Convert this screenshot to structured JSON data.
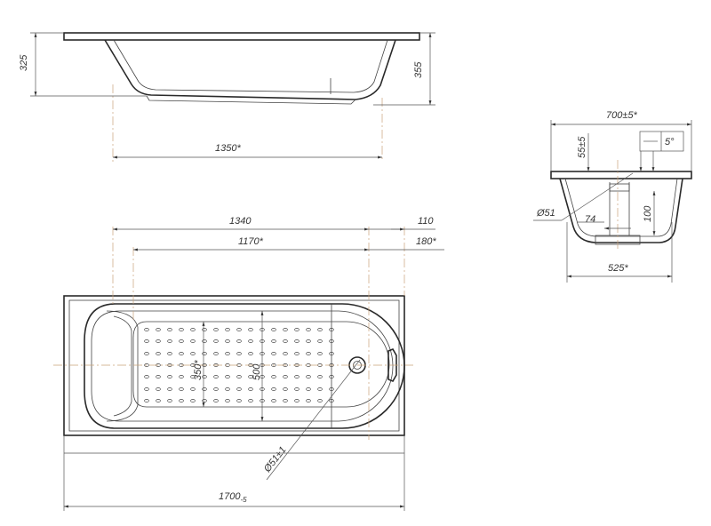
{
  "side_view": {
    "height_left": "325",
    "height_right": "355",
    "bottom_length": "1350*"
  },
  "top_view": {
    "inner_length": "1340",
    "rim_end": "110",
    "basin_length": "1170*",
    "drain_offset": "180*",
    "basin_width": "350*",
    "width": "500",
    "drain_diameter": "Ø51±1",
    "total_length": "1700",
    "total_length_tolerance": "-5"
  },
  "end_view": {
    "total_width": "700±5*",
    "rim_height": "55±5",
    "slope_angle": "5°",
    "drain_diameter": "Ø51",
    "drain_offset": "74",
    "depth": "100",
    "bottom_width": "525*"
  }
}
